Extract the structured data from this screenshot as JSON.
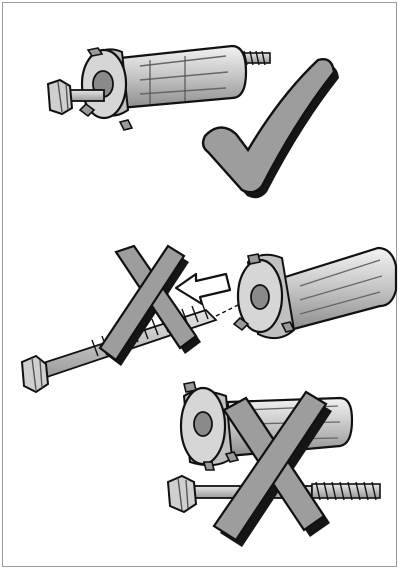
{
  "figure": {
    "panels": [
      {
        "id": "correct-assembly",
        "status": "correct",
        "mark_icon": "check-mark-icon"
      },
      {
        "id": "wrong-screw-before-plug",
        "status": "incorrect",
        "mark_icon": "cross-mark-icon",
        "hint_icon": "arrow-left-icon"
      },
      {
        "id": "wrong-loose-parts",
        "status": "incorrect",
        "mark_icon": "cross-mark-icon"
      }
    ],
    "colors": {
      "outline": "#111111",
      "metal_light": "#d4d4d4",
      "metal_mid": "#a8a8a8",
      "mark_fill": "#9d9d9d",
      "mark_shadow": "#151515"
    }
  }
}
